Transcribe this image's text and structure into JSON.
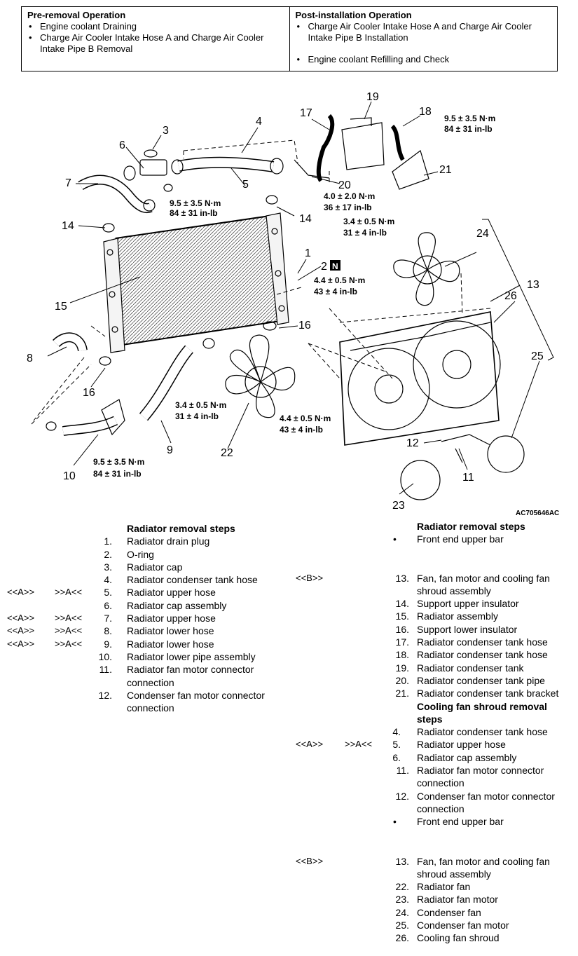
{
  "operations": {
    "pre": {
      "heading": "Pre-removal Operation",
      "items": [
        "Engine coolant Draining",
        "Charge Air Cooler Intake Hose A and Charge Air Cooler Intake Pipe B Removal"
      ]
    },
    "post": {
      "heading": "Post-installation Operation",
      "items": [
        "Charge Air Cooler Intake Hose A and Charge Air Cooler Intake Pipe B Installation",
        "Engine coolant Refilling and Check"
      ]
    }
  },
  "diagram": {
    "labels": {
      "n1": "1",
      "n2": "2",
      "n2_badge": "N",
      "n3": "3",
      "n4": "4",
      "n5": "5",
      "n6": "6",
      "n7": "7",
      "n8": "8",
      "n9": "9",
      "n10": "10",
      "n11": "11",
      "n12": "12",
      "n13": "13",
      "n14a": "14",
      "n14b": "14",
      "n15": "15",
      "n16a": "16",
      "n16b": "16",
      "n17": "17",
      "n18": "18",
      "n19": "19",
      "n20": "20",
      "n21": "21",
      "n22": "22",
      "n23": "23",
      "n24": "24",
      "n25": "25",
      "n26": "26"
    },
    "torques": {
      "t1a": "9.5 ± 3.5 N·m",
      "t1b": "84 ± 31 in-lb",
      "t2a": "9.5 ± 3.5 N·m",
      "t2b": "84 ± 31 in-lb",
      "t3a": "4.0 ± 2.0 N·m",
      "t3b": "36 ± 17 in-lb",
      "t4a": "3.4 ± 0.5 N·m",
      "t4b": "31 ± 4 in-lb",
      "t5a": "4.4 ± 0.5 N·m",
      "t5b": "43 ± 4 in-lb",
      "t6a": "3.4 ± 0.5 N·m",
      "t6b": "31 ± 4 in-lb",
      "t7a": "4.4 ± 0.5 N·m",
      "t7b": "43 ± 4 in-lb",
      "t8a": "9.5 ± 3.5 N·m",
      "t8b": "84 ± 31 in-lb"
    },
    "figure_id": "AC705646AC"
  },
  "left_list": {
    "title": "Radiator removal steps",
    "steps": [
      {
        "num": "1.",
        "text": "Radiator drain plug"
      },
      {
        "num": "2.",
        "text": "O-ring"
      },
      {
        "num": "3.",
        "text": "Radiator cap"
      },
      {
        "num": "4.",
        "text": "Radiator condenser tank hose"
      },
      {
        "num": "5.",
        "text": "Radiator upper hose",
        "code_a": "<<A>>",
        "code_b": ">>A<<"
      },
      {
        "num": "6.",
        "text": "Radiator cap assembly"
      },
      {
        "num": "7.",
        "text": "Radiator upper hose",
        "code_a": "<<A>>",
        "code_b": ">>A<<"
      },
      {
        "num": "8.",
        "text": "Radiator lower hose",
        "code_a": "<<A>>",
        "code_b": ">>A<<"
      },
      {
        "num": "9.",
        "text": "Radiator lower hose",
        "code_a": "<<A>>",
        "code_b": ">>A<<"
      },
      {
        "num": "10.",
        "text": "Radiator lower pipe assembly"
      },
      {
        "num": "11.",
        "text": "Radiator fan motor connector connection"
      },
      {
        "num": "12.",
        "text": "Condenser fan motor connector connection"
      }
    ]
  },
  "right_list": {
    "title": "Radiator removal steps",
    "bullet1": "Front end upper bar",
    "code_b1": "<<B>>",
    "steps": [
      {
        "num": "13.",
        "text": "Fan, fan motor and cooling fan shroud assembly"
      },
      {
        "num": "14.",
        "text": "Support upper insulator"
      },
      {
        "num": "15.",
        "text": "Radiator assembly"
      },
      {
        "num": "16.",
        "text": "Support lower insulator"
      },
      {
        "num": "17.",
        "text": "Radiator condenser tank hose"
      },
      {
        "num": "18.",
        "text": "Radiator condenser tank hose"
      },
      {
        "num": "19.",
        "text": "Radiator condenser tank"
      },
      {
        "num": "20.",
        "text": "Radiator condenser tank pipe"
      },
      {
        "num": "21.",
        "text": "Radiator condenser tank bracket"
      }
    ],
    "title2": "Cooling fan shroud removal steps",
    "steps2": [
      {
        "num": "4.",
        "text": "Radiator condenser tank hose"
      },
      {
        "num": "5.",
        "text": "Radiator upper hose",
        "code_a": "<<A>>",
        "code_b": ">>A<<"
      },
      {
        "num": "6.",
        "text": "Radiator cap assembly"
      },
      {
        "num": "11.",
        "text": "Radiator fan motor connector connection"
      },
      {
        "num": "12.",
        "text": "Condenser fan motor connector connection"
      }
    ],
    "bullet2": "Front end upper bar",
    "code_b2": "<<B>>",
    "steps3": [
      {
        "num": "13.",
        "text": "Fan, fan motor and cooling fan shroud assembly"
      },
      {
        "num": "22.",
        "text": "Radiator fan"
      },
      {
        "num": "23.",
        "text": "Radiator fan motor"
      },
      {
        "num": "24.",
        "text": "Condenser fan"
      },
      {
        "num": "25.",
        "text": "Condenser fan motor"
      },
      {
        "num": "26.",
        "text": "Cooling fan shroud"
      }
    ]
  }
}
